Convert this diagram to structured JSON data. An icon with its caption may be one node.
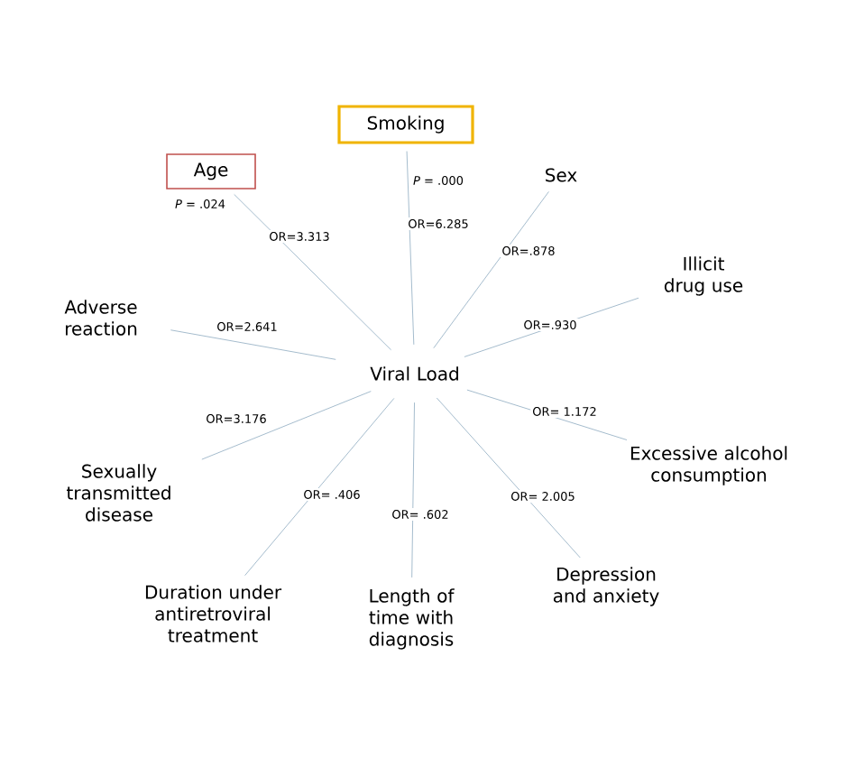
{
  "diagram": {
    "nodes": [
      {
        "text": [
          "Viral Load"
        ]
      },
      {
        "text": [
          "Smoking"
        ],
        "beside": [
          "*P* = .000"
        ]
      },
      {
        "text": [
          "Age"
        ],
        "beside": [
          "*P* = .024"
        ]
      },
      {
        "text": [
          "Sex"
        ]
      },
      {
        "text": [
          "Illicit drug use"
        ]
      },
      {
        "text": [
          "Adverse reaction"
        ]
      },
      {
        "text": [
          "Excessive alcohol consumption"
        ]
      },
      {
        "text": [
          "Sexually transmitted disease"
        ]
      },
      {
        "text": [
          "Duration under antiretroviral treatment"
        ]
      },
      {
        "text": [
          "Length of time with diagnosis"
        ]
      },
      {
        "text": [
          "Depression and anxiety"
        ]
      }
    ],
    "edges": [
      {
        "from": 0,
        "to": 1,
        "arrow": "none",
        "label": "OR=6.285"
      },
      {
        "from": 0,
        "to": 2,
        "arrow": "none",
        "label": "OR=3.313"
      },
      {
        "from": 0,
        "to": 3,
        "arrow": "none",
        "label": "OR=.878"
      },
      {
        "from": 0,
        "to": 4,
        "arrow": "none",
        "label": "OR=.930"
      },
      {
        "from": 0,
        "to": 5,
        "arrow": "none",
        "label": "OR=2.641"
      },
      {
        "from": 0,
        "to": 6,
        "arrow": "none",
        "label": "OR= 1.172"
      },
      {
        "from": 0,
        "to": 7,
        "arrow": "none",
        "label": "OR=3.176"
      },
      {
        "from": 0,
        "to": 8,
        "arrow": "none",
        "label": "OR= .406"
      },
      {
        "from": 0,
        "to": 9,
        "arrow": "none",
        "label": "OR= .602"
      },
      {
        "from": 0,
        "to": 10,
        "arrow": "none",
        "label": "OR= 2.005"
      }
    ]
  }
}
